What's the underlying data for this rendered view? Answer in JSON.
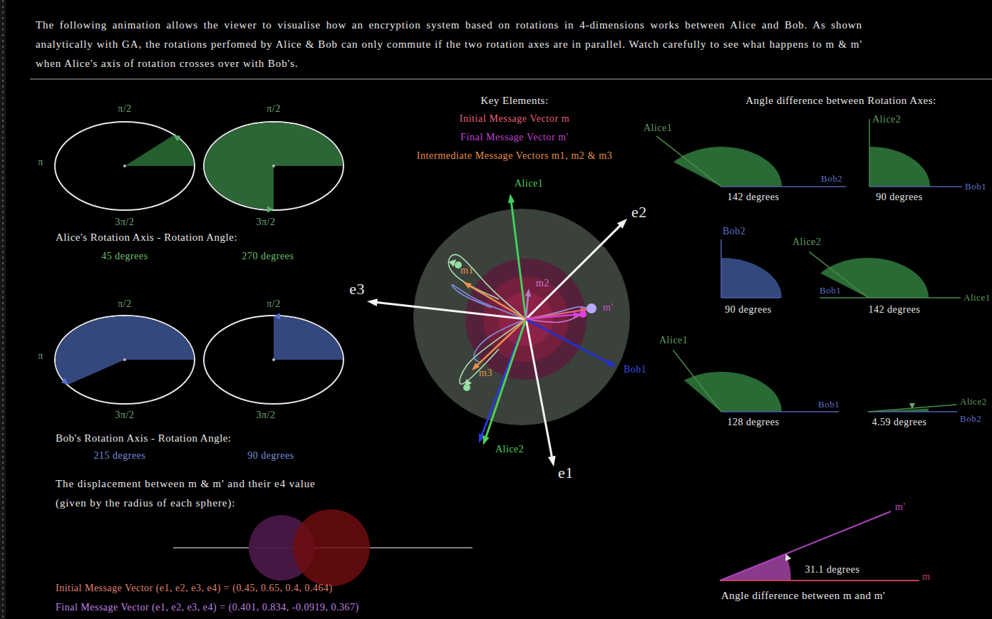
{
  "diagram": {
    "title": "The following animation allows the viewer to visualise how an encryption system based on rotations in 4-dimensions works between Alice and Bob. As shown analytically with GA, the rotations perfomed by Alice & Bob can only commute if the two rotation axes are in parallel. Watch carefully to see what happens to m & m' when Alice's axis of rotation crosses over with Bob's.",
    "labels": [
      "π/2",
      "π/2",
      "π",
      "3π/2",
      "3π/2",
      "Alice's Rotation Axis - Rotation Angle:",
      "45 degrees",
      "270 degrees",
      "π/2",
      "π/2",
      "π",
      "3π/2",
      "3π/2",
      "Bob's Rotation Axis - Rotation Angle:",
      "215 degrees",
      "90 degrees",
      "The displacement between m & m' and their e4 value (given by the radius of each sphere):",
      "Initial Message Vector (e1, e2, e3, e4) = (0.45, 0.65, 0.4, 0.464)",
      "Final Message Vector (e1, e2, e3, e4) = (0.401, 0.834, -0.0919, 0.367)",
      "Key Elements:",
      "Alice1",
      "e2",
      "e3",
      "m1",
      "m2",
      "m'",
      "Bob1",
      "e1",
      "Alice2",
      "m3",
      "Angle difference between Rotation Axes:",
      "Alice1",
      "Bob2",
      "142 degrees",
      "Alice2",
      "Bob1",
      "90 degrees",
      "Bob2",
      "90 degrees",
      "Alice2",
      "Bob1",
      "Alice1",
      "142 degrees",
      "Alice1",
      "Bob1",
      "128 degrees",
      "Alice2",
      "Bob2",
      "4.59 degrees",
      "m'",
      "m",
      "31.1 degrees",
      "Angle difference between m and m'"
    ],
    "legend": [
      {
        "text": "Initial Message Vector m",
        "color": "#e8607a"
      },
      {
        "text": "Final Message Vector m'",
        "color": "#c040d0"
      },
      {
        "text": "Intermediate Message Vectors m1, m2 & m3",
        "color": "#e8904a"
      }
    ]
  }
}
